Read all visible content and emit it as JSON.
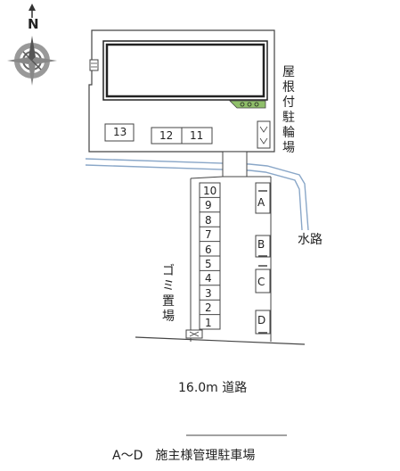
{
  "compass": {
    "north_label": "N"
  },
  "labels": {
    "roofed_bike_parking": "屋根付駐輪場",
    "waterway": "水路",
    "garbage_area": "ゴミ置場",
    "road": "16.0m 道路",
    "legend": "A～D　施主様管理駐車場"
  },
  "parking_top": [
    "13",
    "12",
    "11"
  ],
  "parking_left": [
    "10",
    "9",
    "8",
    "7",
    "6",
    "5",
    "4",
    "3",
    "2",
    "1"
  ],
  "parking_right": [
    "A",
    "B",
    "C",
    "D"
  ],
  "colors": {
    "line": "#444444",
    "water": "#8aa7c8",
    "bike_green": "#8fbf6a"
  }
}
